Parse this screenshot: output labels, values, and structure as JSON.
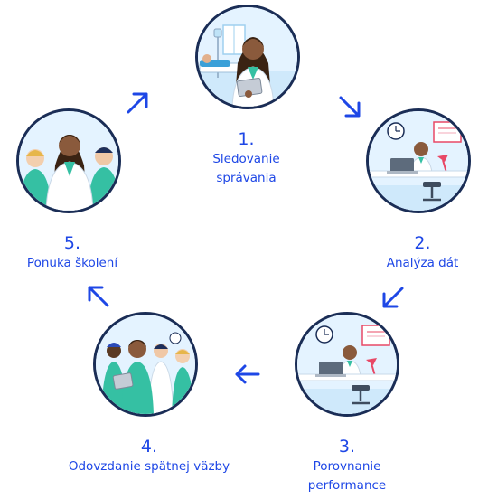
{
  "steps": [
    {
      "number": "1.",
      "line1": "Sledovanie",
      "line2": "správania"
    },
    {
      "number": "2.",
      "line1": "Analýza dát"
    },
    {
      "number": "3.",
      "line1": "Porovnanie",
      "line2": "performance"
    },
    {
      "number": "4.",
      "line1": "Odovzdanie spätnej väzby"
    },
    {
      "number": "5.",
      "line1": "Ponuka školení"
    }
  ],
  "colors": {
    "accent": "#1e47e6",
    "outline": "#1a2d56",
    "circle_bg": "#eaf5ff",
    "scrubs": "#35c0a3",
    "skin": "#8a5a3c",
    "hair": "#3a2313",
    "certificate": "#e84866"
  }
}
